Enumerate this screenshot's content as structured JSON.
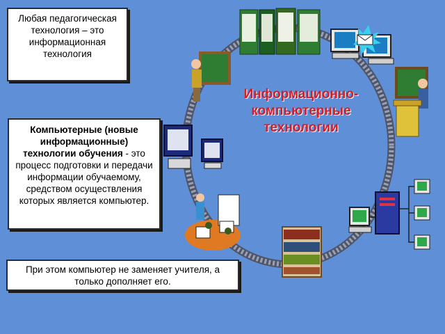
{
  "box_top": {
    "text": "Любая педагогическая технология – это информационная технология"
  },
  "box_middle": {
    "bold": "Компьютерные (новые информационные) технологии обучения",
    "rest": " - это процесс подготовки и передачи информации обучаемому, средством осуществления которых является компьютер."
  },
  "box_bottom": {
    "text": "При этом компьютер не заменяет учителя, а только дополняет его."
  },
  "center_title": "Информационно-компьютерные технологии",
  "colors": {
    "background": "#5f8fd6",
    "title": "#d81b24",
    "ring": "#7a7f92"
  }
}
